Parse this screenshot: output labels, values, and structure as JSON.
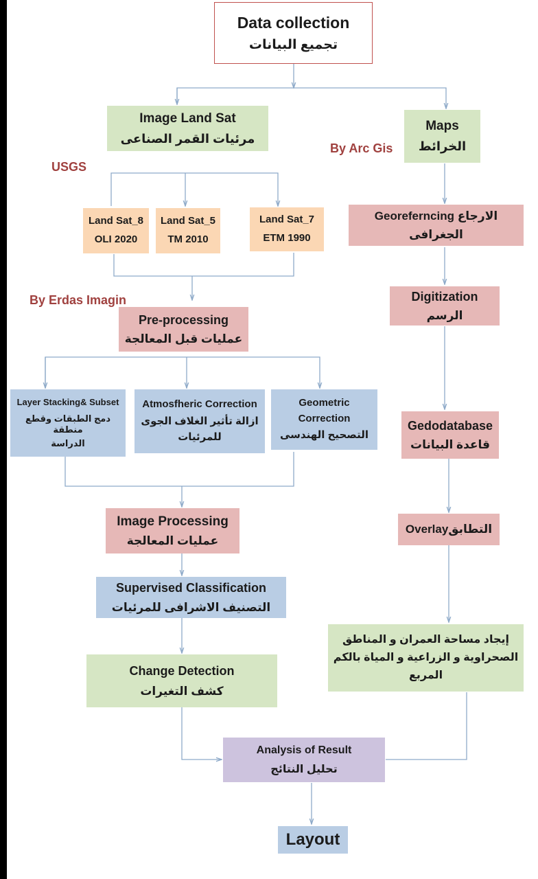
{
  "diagram": {
    "data_collection": {
      "en": "Data collection",
      "ar": "تجميع البيانات"
    },
    "image_landsat": {
      "en": "Image Land Sat",
      "ar": "مرئيات القمر الصناعى"
    },
    "maps": {
      "en": "Maps",
      "ar": "الخرائط"
    },
    "usgs_label": "USGS",
    "arcgis_label": "By Arc Gis",
    "erdas_label": "By Erdas Imagin",
    "landsat8": {
      "line1": "Land Sat_8",
      "line2": "OLI 2020"
    },
    "landsat5": {
      "line1": "Land Sat_5",
      "line2": "TM 2010"
    },
    "landsat7": {
      "line1": "Land Sat_7",
      "line2": "ETM 1990"
    },
    "georeferencing": {
      "line1": "Georeferncing الارجاع",
      "line2": "الجغرافى"
    },
    "digitization": {
      "en": "Digitization",
      "ar": "الرسم"
    },
    "preprocessing": {
      "en": "Pre-processing",
      "ar": "عمليات قبل المعالجة"
    },
    "layer_stacking": {
      "en": "Layer Stacking& Subset",
      "ar1": "دمج الطبقات وقطع منطقة",
      "ar2": "الدراسة"
    },
    "atmospheric": {
      "en": "Atmosfheric Correction",
      "ar1": "ازالة تأثير الغلاف الجوى",
      "ar2": "للمرئيات"
    },
    "geometric": {
      "en1": "Geometric",
      "en2": "Correction",
      "ar": "التصحيح الهندسى"
    },
    "geodatabase": {
      "en": "Gedodatabase",
      "ar": "قاعدة البيانات"
    },
    "image_processing": {
      "en": "Image Processing",
      "ar": "عمليات المعالجة"
    },
    "overlay": {
      "text": "التطابقOverlay"
    },
    "supervised": {
      "en": "Supervised Classification",
      "ar": "التصنيف الاشرافى للمرئيات"
    },
    "area_calc": {
      "line1": "إيجاد مساحة العمران و المناطق",
      "line2": "الصحراوية و الزراعية و المياة بالكم",
      "line3": "المربع"
    },
    "change_detection": {
      "en": "Change Detection",
      "ar": "كشف التغيرات"
    },
    "analysis": {
      "en": "Analysis of Result",
      "ar": "تحليل النتائج"
    },
    "layout": {
      "en": "Layout"
    },
    "colors": {
      "green": "#d6e6c4",
      "orange": "#fbd7b4",
      "pink": "#e6b8b7",
      "blue": "#b9cde4",
      "purple": "#cdc3de",
      "connector": "#8eaac9",
      "accent_text": "#a0413f"
    }
  }
}
